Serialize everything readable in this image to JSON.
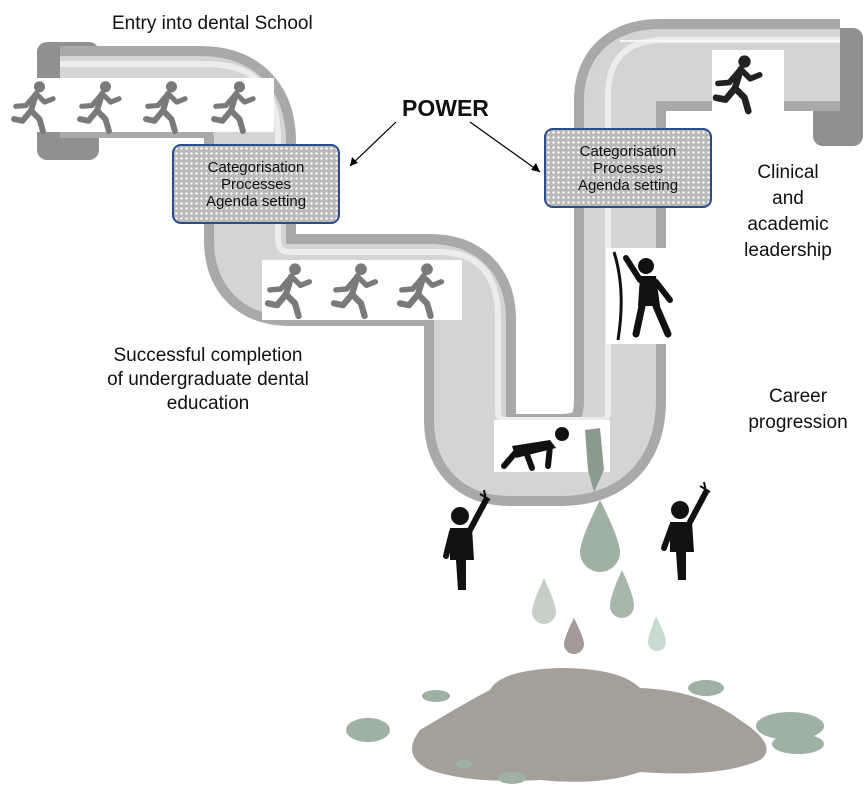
{
  "labels": {
    "entry": "Entry into dental School",
    "power": "POWER",
    "completion": [
      "Successful completion",
      "of undergraduate dental",
      "education"
    ],
    "leadership": [
      "Clinical",
      "and",
      "academic",
      "leadership"
    ],
    "career": [
      "Career",
      "progression"
    ]
  },
  "process_boxes": [
    {
      "lines": [
        "Categorisation",
        "Processes",
        "Agenda setting"
      ]
    },
    {
      "lines": [
        "Categorisation",
        "Processes",
        "Agenda setting"
      ]
    }
  ],
  "colors": {
    "pipe_outer": "#a9a9a9",
    "pipe_inner": "#d4d4d4",
    "pipe_highlight": "#ececec",
    "box_border": "#2c4b8f",
    "runner": "#7a7a7a",
    "figure": "#1a1a1a",
    "drop": "#9fb1a2",
    "puddle": "#a59f9a",
    "splash": "#9fb1a2"
  },
  "icons": [
    "runner-icon",
    "climber-icon",
    "crawling-person-icon",
    "protester-icon",
    "drop-icon",
    "puddle-icon"
  ]
}
